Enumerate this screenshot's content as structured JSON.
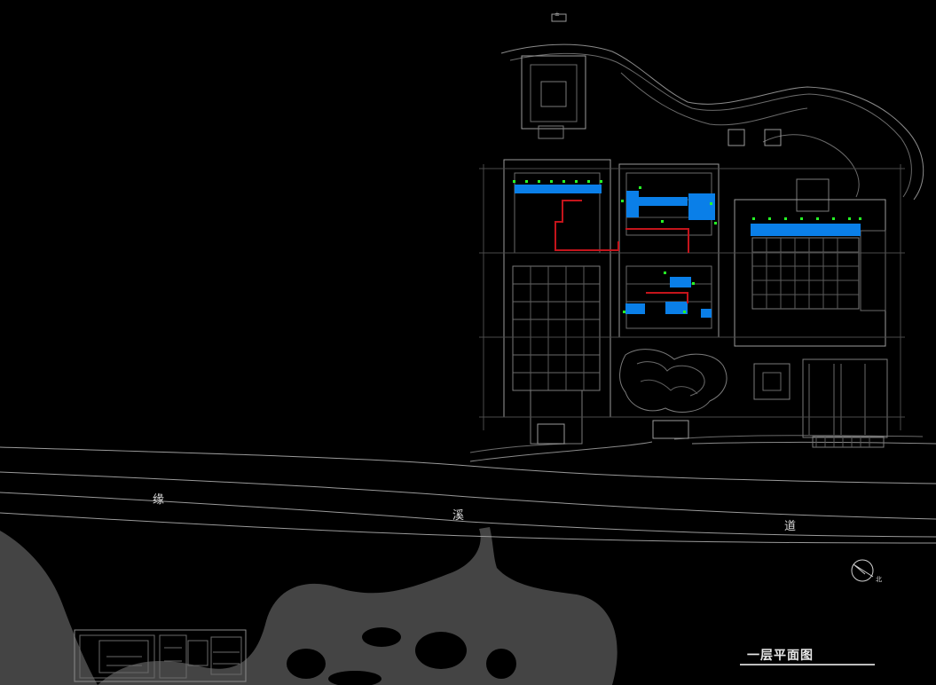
{
  "drawing": {
    "title": "一层平面图",
    "road_name_chars": [
      "缘",
      "溪",
      "道"
    ],
    "north_label": "北",
    "top_marker": "±",
    "colors": {
      "background": "#000000",
      "linework": "#9a9a9a",
      "dim_linework": "#5c5c5c",
      "water": "#444444",
      "highlight_blue": "#0a7fe8",
      "highlight_green": "#26ff26",
      "route_red": "#c4141b"
    }
  }
}
